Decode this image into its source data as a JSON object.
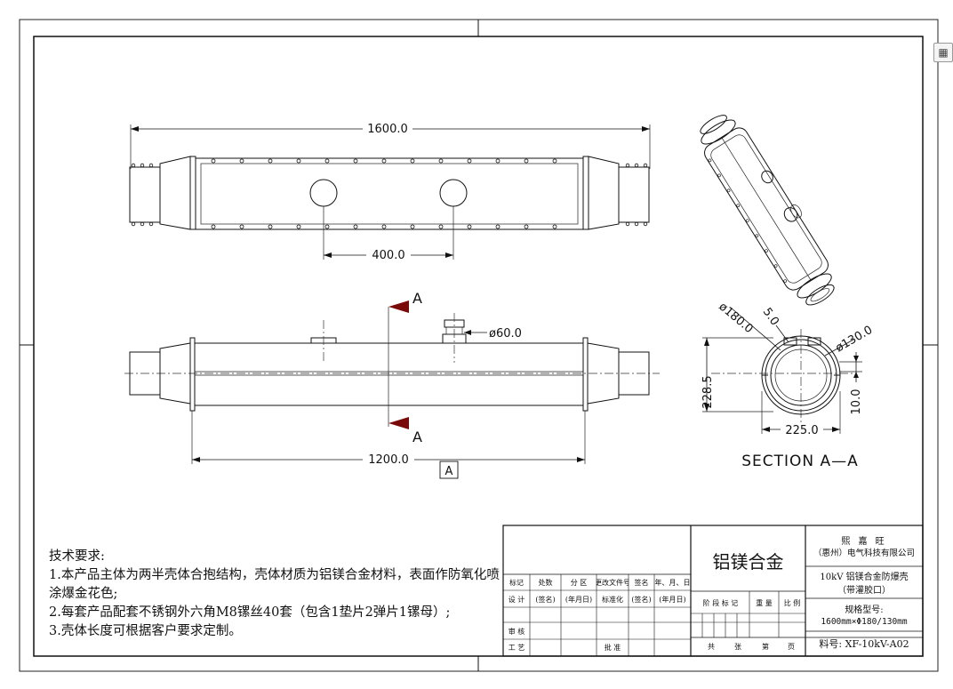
{
  "drawing": {
    "dims": {
      "overall_length": "1600.0",
      "hole_spacing": "400.0",
      "hole_dia": "ø60.0",
      "flange_spacing": "1200.0",
      "section_marker": "A",
      "section_marker_bottom": "A",
      "datum_label": "A",
      "section_outer_dia": "ø180.0",
      "section_wall": "5.0",
      "section_inner_dia": "ø130.0",
      "section_height": "228.5",
      "section_width": "225.0",
      "section_small": "10.0"
    },
    "section_title": "SECTION  A—A"
  },
  "notes": {
    "heading": "技术要求:",
    "items": [
      "1.本产品主体为两半壳体合抱结构，壳体材质为铝镁合金材料，表面作防氧化喷涂爆金花色;",
      "2.每套产品配套不锈钢外六角M8镙丝40套（包含1垫片2弹片1镙母）;",
      "3.壳体长度可根据客户要求定制。"
    ]
  },
  "title_block": {
    "material": "铝镁合金",
    "company_line1": "熙 嘉 旺",
    "company_line2": "（惠州）电气科技有限公司",
    "product_line1": "10kV 铝镁合金防爆壳",
    "product_line2": "（带灌胶口）",
    "spec_label": "规格型号:",
    "spec_value": "1600mm×Φ180/130mm",
    "part_no": "料号: XF-10kV-A02",
    "rev_headers": [
      "标记",
      "处数",
      "分 区",
      "更改文件号",
      "签名",
      "年、月、日"
    ],
    "row_design": [
      "设 计",
      "(签名)",
      "(年月日)",
      "标准化",
      "(签名)",
      "(年月日)"
    ],
    "row_review": "审 核",
    "row_process": "工 艺",
    "approve": "批 准",
    "stage_headers": [
      "阶 段 标 记",
      "重 量",
      "比 例"
    ],
    "sheet_labels": [
      "共",
      "张",
      "第",
      "页"
    ]
  },
  "toolbar": {
    "icon": "grid-icon",
    "glyph": "▦"
  }
}
